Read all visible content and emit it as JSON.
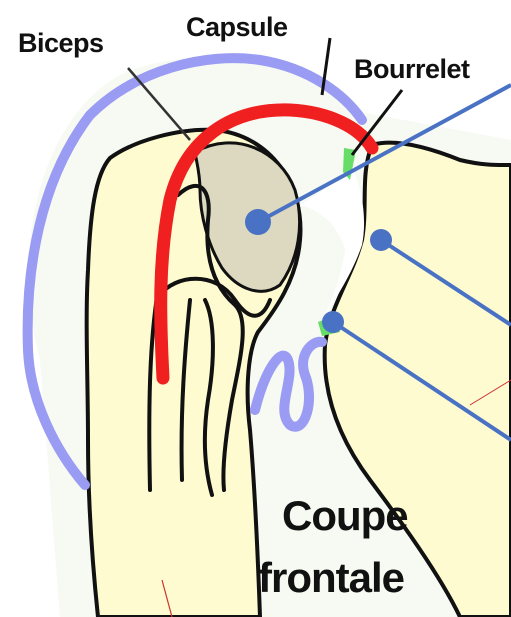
{
  "labels": {
    "biceps": "Biceps",
    "capsule": "Capsule",
    "bourrelet": "Bourrelet",
    "section_line1": "Coupe",
    "section_line2": "frontale"
  },
  "colors": {
    "background": "#ffffff",
    "bone_fill": "#fdfbcf",
    "outline": "#111111",
    "capsule_stroke": "#9a9bf2",
    "tendon_red": "#f02020",
    "cartilage_fill": "#dcd9c0",
    "pointer_blue": "#4a72c4",
    "labrum_green": "#66dd66",
    "thin_red": "#d03030"
  }
}
